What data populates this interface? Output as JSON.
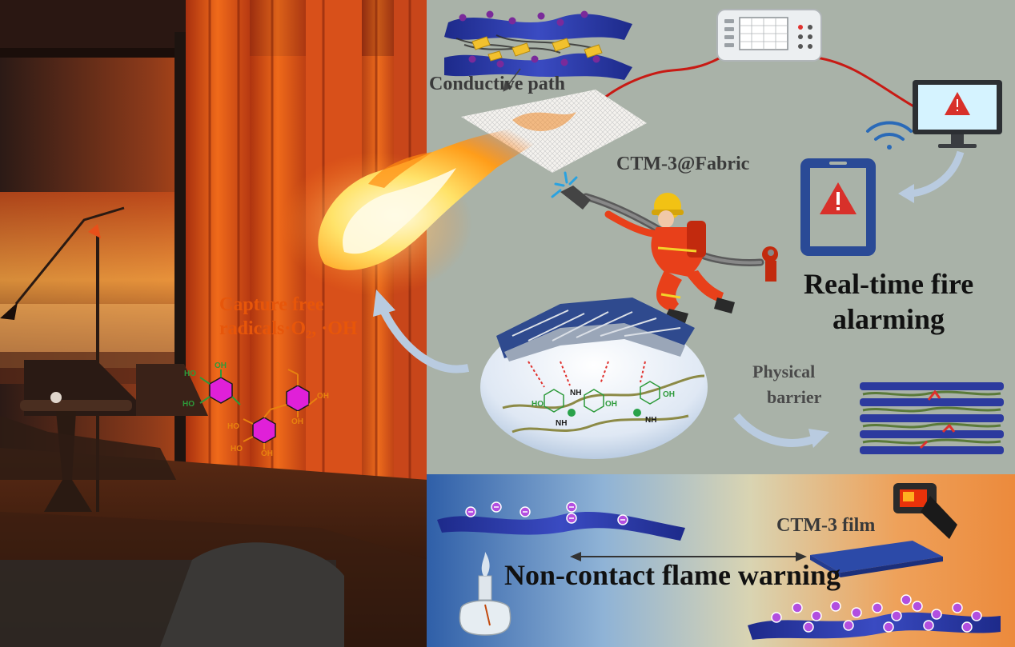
{
  "labels": {
    "conductive_path": "Conductive path",
    "ctm3_fabric": "CTM-3@Fabric",
    "real_time_line1": "Real-time fire",
    "real_time_line2": "alarming",
    "capture_line1": "Capture free",
    "capture_line2": "radicals·O₂, ·OH",
    "physical_line1": "Physical",
    "physical_line2": "barrier",
    "ctm3_film": "CTM-3 film",
    "non_contact": "Non-contact flame warning"
  },
  "chem_labels": {
    "oh": "OH",
    "ho": "HO",
    "nh": "NH"
  },
  "colors": {
    "conductive_text": "#3a3a3a",
    "capture_text": "#e7560a",
    "alarm_red": "#d8302a",
    "fabric_blue": "#2c3a9e",
    "anion_magenta": "#b24fe0",
    "bond_red": "#e0312d",
    "benzene_magenta": "#e020d8",
    "chem_green": "#2d9a3a",
    "chem_orange": "#e8820f",
    "panel_gray": "#a9b2a8"
  },
  "icons": [
    "flame-icon",
    "firefighter-icon",
    "controller-device-icon",
    "monitor-icon",
    "tablet-icon",
    "wifi-icon",
    "warning-icon",
    "thermal-camera-icon",
    "alcohol-lamp-icon"
  ]
}
